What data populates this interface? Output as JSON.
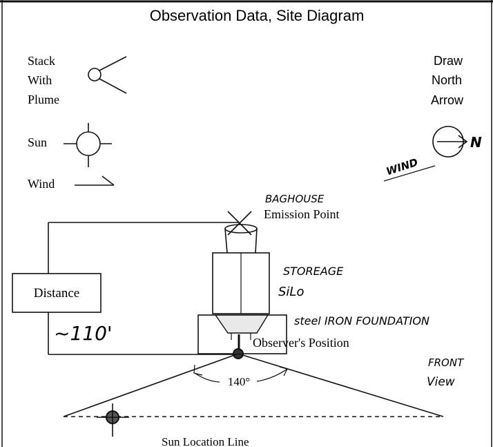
{
  "title": "Observation Data, Site Diagram",
  "legend": {
    "stack_label_1": "Stack",
    "stack_label_2": "With",
    "stack_label_3": "Plume",
    "sun_label": "Sun",
    "wind_label": "Wind"
  },
  "north": {
    "label_1": "Draw",
    "label_2": "North",
    "label_3": "Arrow",
    "letter": "N"
  },
  "wind_note": "WIND",
  "emission_point": {
    "line_1": "BAGHOUSE",
    "line_2": "Emission Point"
  },
  "silo_label_1": "STOREAGE",
  "silo_label_2": "SiLo",
  "foundation_label": "steel IRON FOUNDATION",
  "observer_label": "Observer's Position",
  "view_label_1": "FRONT",
  "view_label_2": "View",
  "distance_label": "Distance",
  "distance_value": "~110'",
  "angle_label": "140°",
  "sun_line_label": "Sun Location Line"
}
